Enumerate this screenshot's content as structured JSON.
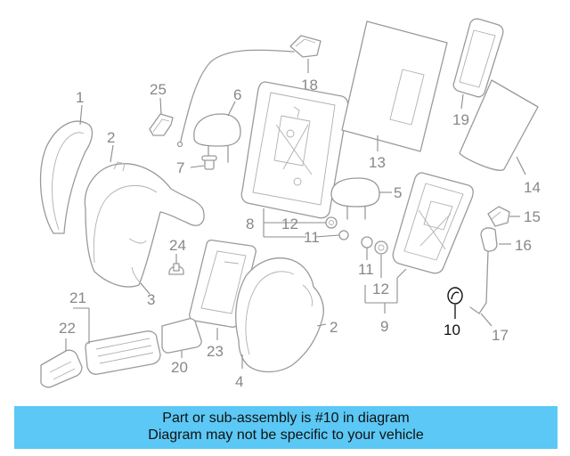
{
  "diagram": {
    "highlighted_part": "10",
    "callouts": {
      "c1": "1",
      "c2a": "2",
      "c2b": "2",
      "c3": "3",
      "c4": "4",
      "c5": "5",
      "c6": "6",
      "c7": "7",
      "c8": "8",
      "c9": "9",
      "c10": "10",
      "c11a": "11",
      "c11b": "11",
      "c12a": "12",
      "c12b": "12",
      "c13": "13",
      "c14": "14",
      "c15": "15",
      "c16": "16",
      "c17": "17",
      "c18": "18",
      "c19": "19",
      "c20": "20",
      "c21": "21",
      "c22": "22",
      "c23": "23",
      "c24": "24",
      "c25": "25"
    }
  },
  "banner": {
    "line1": "Part or sub-assembly is #10 in diagram",
    "line2": "Diagram may not be specific to your vehicle"
  },
  "colors": {
    "banner_bg": "#5bc8f5",
    "part_stroke": "#9a9a9a",
    "highlight": "#111111"
  }
}
